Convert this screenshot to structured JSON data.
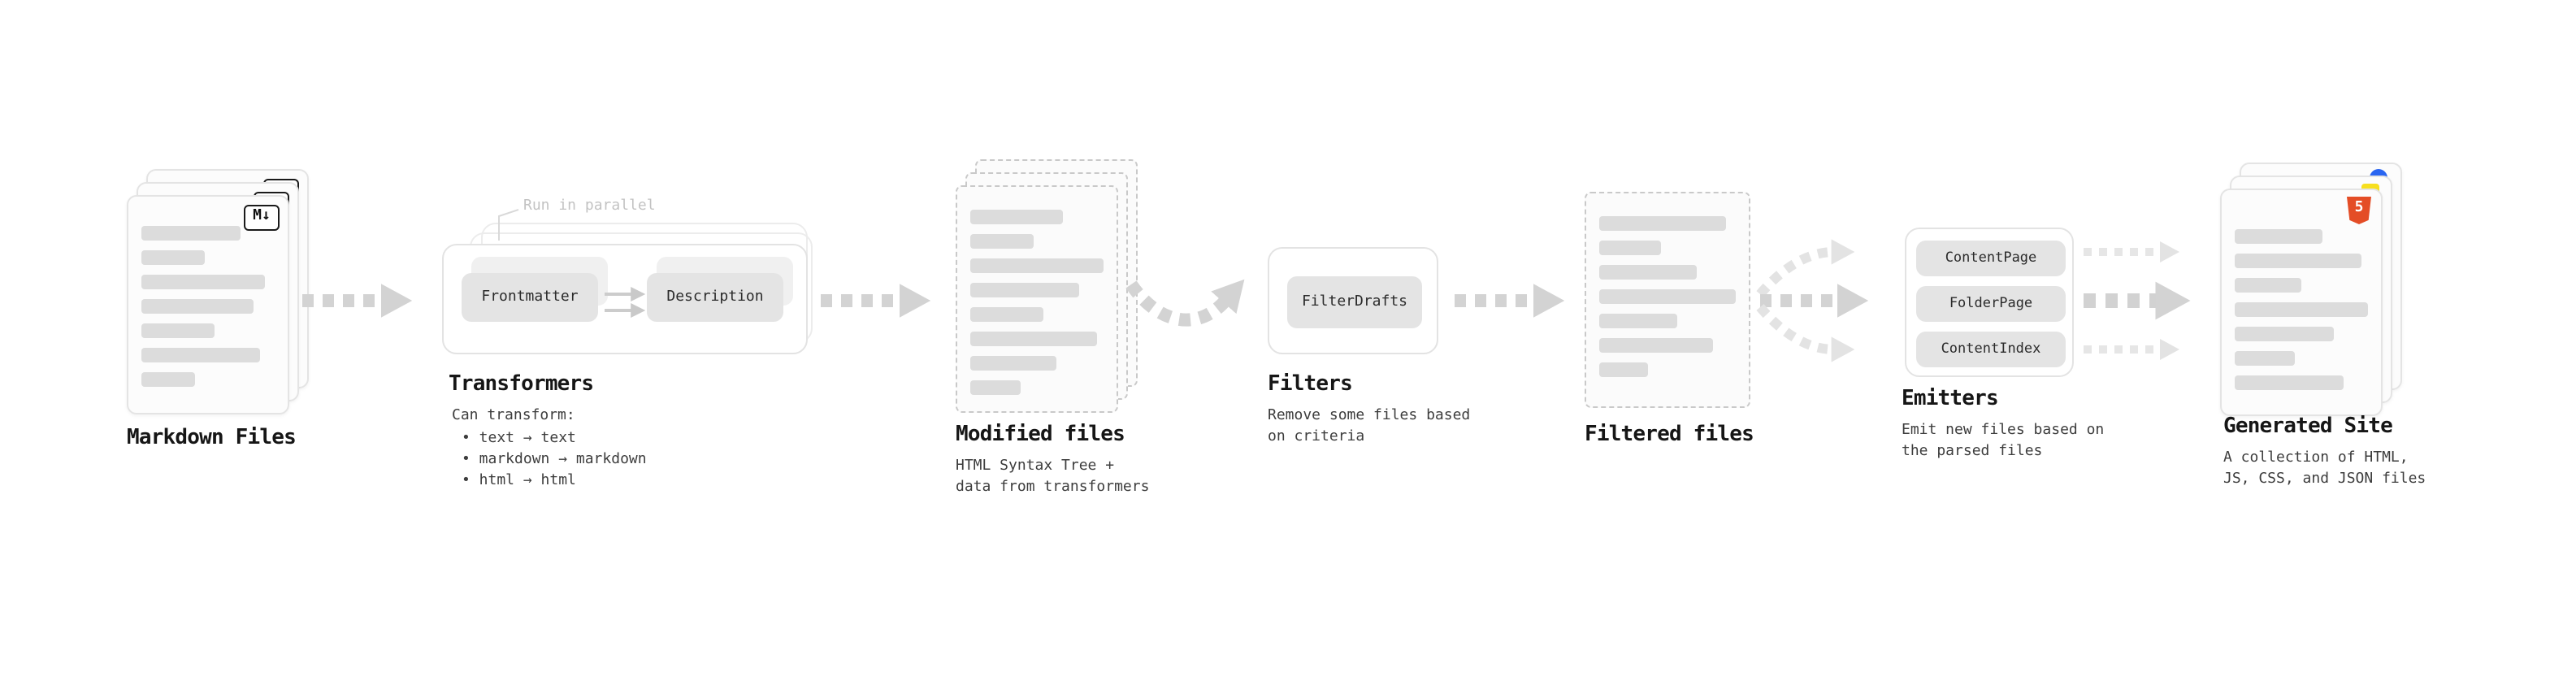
{
  "d": {
    "markdown_files": {
      "label": "Markdown Files",
      "badge": "M↓"
    },
    "transformers": {
      "label": "Transformers",
      "annotation": "Run in parallel",
      "buttons": [
        "Frontmatter",
        "Description"
      ],
      "desc_title": "Can transform:",
      "desc_bullets": "• text → text\n• markdown → markdown\n• html → html"
    },
    "modified_files": {
      "label": "Modified files",
      "desc": "HTML Syntax Tree +\ndata from transformers"
    },
    "filters": {
      "label": "Filters",
      "button": "FilterDrafts",
      "desc": "Remove some files based\non criteria"
    },
    "filtered_files": {
      "label": "Filtered files"
    },
    "emitters": {
      "label": "Emitters",
      "buttons": [
        "ContentPage",
        "FolderPage",
        "ContentIndex"
      ],
      "desc": "Emit new files based on\nthe parsed files"
    },
    "generated_site": {
      "label": "Generated Site",
      "badge": "5",
      "desc": "A collection of HTML,\nJS, CSS, and JSON files"
    }
  }
}
